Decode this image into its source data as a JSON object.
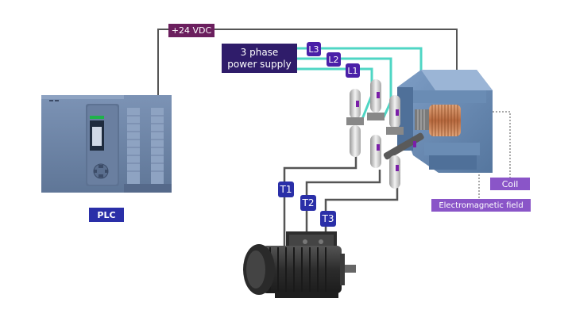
{
  "labels": {
    "vdc": "+24 VDC",
    "supply_line1": "3 phase",
    "supply_line2": "power supply",
    "l3": "L3",
    "l2": "L2",
    "l1": "L1",
    "t1": "T1",
    "t2": "T2",
    "t3": "T3",
    "coil": "Coil",
    "field": "Electromagnetic field",
    "plc": "PLC"
  },
  "colors": {
    "vdc_tag": "#6b1f5e",
    "supply_tag": "#2f1c6a",
    "phase_tag": "#4a1fa8",
    "terminal_tag": "#2a2fa8",
    "coil_tag": "#8a55c8",
    "field_tag": "#8a55c8",
    "plc_tag": "#2a2fa8",
    "phase_wire": "#4fd6c4",
    "control_wire": "#555555",
    "plc_body": "#6f86a8",
    "core": "#6f8fb8",
    "coil_copper": "#c8845a",
    "motor_body": "#3a3a3a"
  },
  "icons": {
    "plc": "plc-hardware-icon",
    "contactor": "contactor-icon",
    "coil": "copper-coil-icon",
    "motor": "electric-motor-icon"
  }
}
